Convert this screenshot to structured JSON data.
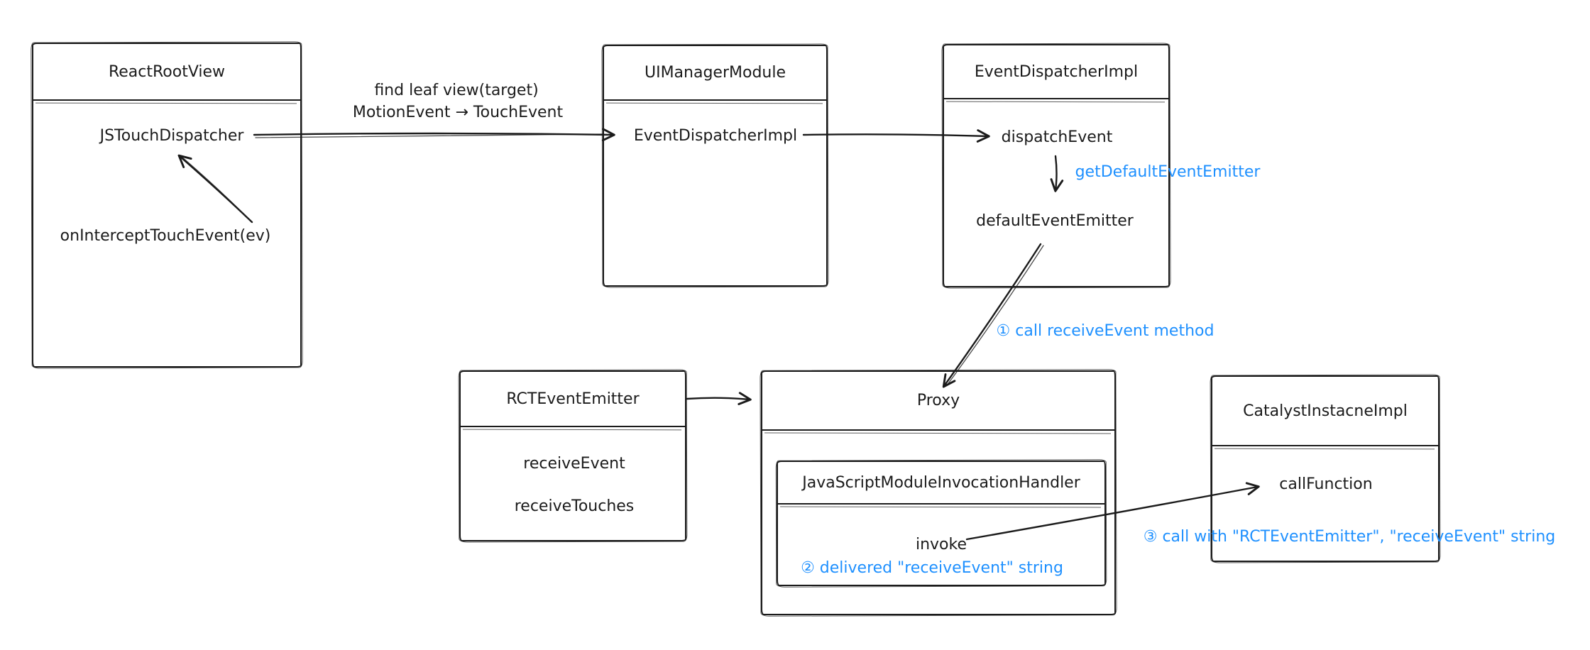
{
  "colors": {
    "stroke": "#1b1b1b",
    "annotation": "#1e90ff",
    "background": "#ffffff"
  },
  "boxes": {
    "reactRootView": {
      "title": "ReactRootView",
      "members": {
        "jsTouchDispatcher": "JSTouchDispatcher",
        "onInterceptTouchEvent": "onInterceptTouchEvent(ev)"
      }
    },
    "uiManagerModule": {
      "title": "UIManagerModule",
      "members": {
        "eventDispatcherImpl": "EventDispatcherImpl"
      }
    },
    "eventDispatcherImpl": {
      "title": "EventDispatcherImpl",
      "members": {
        "dispatchEvent": "dispatchEvent",
        "defaultEventEmitter": "defaultEventEmitter"
      }
    },
    "rctEventEmitter": {
      "title": "RCTEventEmitter",
      "members": {
        "receiveEvent": "receiveEvent",
        "receiveTouches": "receiveTouches"
      }
    },
    "proxy": {
      "title": "Proxy",
      "inner": {
        "title": "JavaScriptModuleInvocationHandler",
        "members": {
          "invoke": "invoke"
        },
        "annotation2": "② delivered \"receiveEvent\" string"
      }
    },
    "catalystInstacneImpl": {
      "title": "CatalystInstacneImpl",
      "members": {
        "callFunction": "callFunction"
      }
    }
  },
  "edgeLabels": {
    "findLeafView": "find leaf view(target)",
    "motionToTouch": "MotionEvent → TouchEvent",
    "getDefaultEventEmitter": "getDefaultEventEmitter",
    "step1": "① call receiveEvent method",
    "step3": "③ call with \"RCTEventEmitter\", \"receiveEvent\" string"
  }
}
